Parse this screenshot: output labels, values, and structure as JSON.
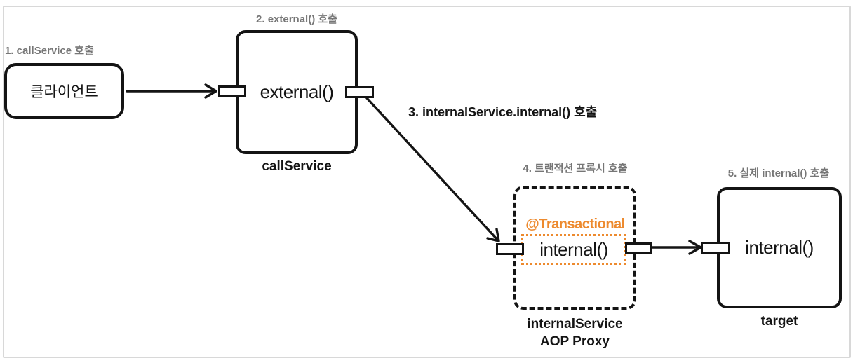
{
  "colors": {
    "orange_accent": "#ED8A2E",
    "gray_label": "#767676",
    "ink": "#141414",
    "frame_border": "#d8d8d8"
  },
  "steps": {
    "step1": "1. callService 호출",
    "step2": "2. external() 호출",
    "step3": "3. internalService.internal() 호출",
    "step4": "4. 트랜잭션 프록시 호출",
    "step5": "5. 실제 internal() 호출"
  },
  "nodes": {
    "client": {
      "label": "클라이언트"
    },
    "call_service": {
      "method": "external()",
      "caption": "callService"
    },
    "proxy": {
      "annotation": "@Transactional",
      "method": "internal()",
      "caption_line1": "internalService",
      "caption_line2": "AOP Proxy"
    },
    "target": {
      "method": "internal()",
      "caption": "target"
    }
  }
}
